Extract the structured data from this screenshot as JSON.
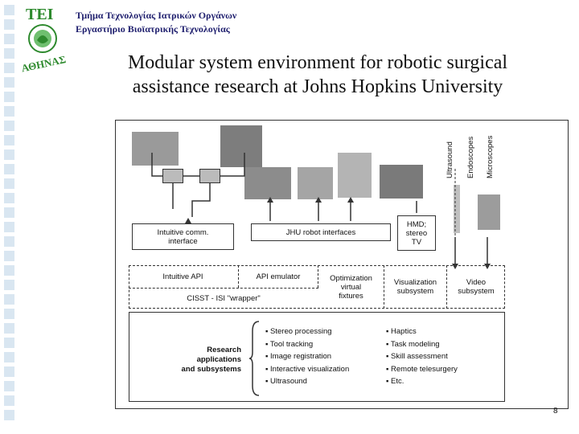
{
  "header": {
    "line1": "Τμήμα Τεχνολογίας Ιατρικών Οργάνων",
    "line2": "Εργαστήριο Βιοϊατρικής Τεχνολογίας",
    "logo_text": "ΤΕΙ ΑΘΗΝΑΣ"
  },
  "slide": {
    "title_line1": "Modular system environment for robotic surgical",
    "title_line2": "assistance research at Johns Hopkins University",
    "page_number": "8"
  },
  "diagram": {
    "devices": [
      "Ultrasound",
      "Endoscopes",
      "Microscopes"
    ],
    "intuitive_comm_1": "Intuitive comm.",
    "intuitive_comm_2": "interface",
    "jhu": "JHU robot interfaces",
    "hmd_1": "HMD;",
    "hmd_2": "stereo",
    "hmd_3": "TV",
    "api": "Intuitive API",
    "api_emulator": "API emulator",
    "opt_1": "Optimization",
    "opt_2": "virtual",
    "opt_3": "fixtures",
    "vis_1": "Visualization",
    "vis_2": "subsystem",
    "video_1": "Video",
    "video_2": "subsystem",
    "cisst": "CISST - ISI \"wrapper\"",
    "research_1": "Research",
    "research_2": "applications",
    "research_3": "and subsystems",
    "left_list": [
      "Stereo processing",
      "Tool tracking",
      "Image registration",
      "Interactive visualization",
      "Ultrasound"
    ],
    "right_list": [
      "Haptics",
      "Task modeling",
      "Skill assessment",
      "Remote telesurgery",
      "Etc."
    ]
  }
}
